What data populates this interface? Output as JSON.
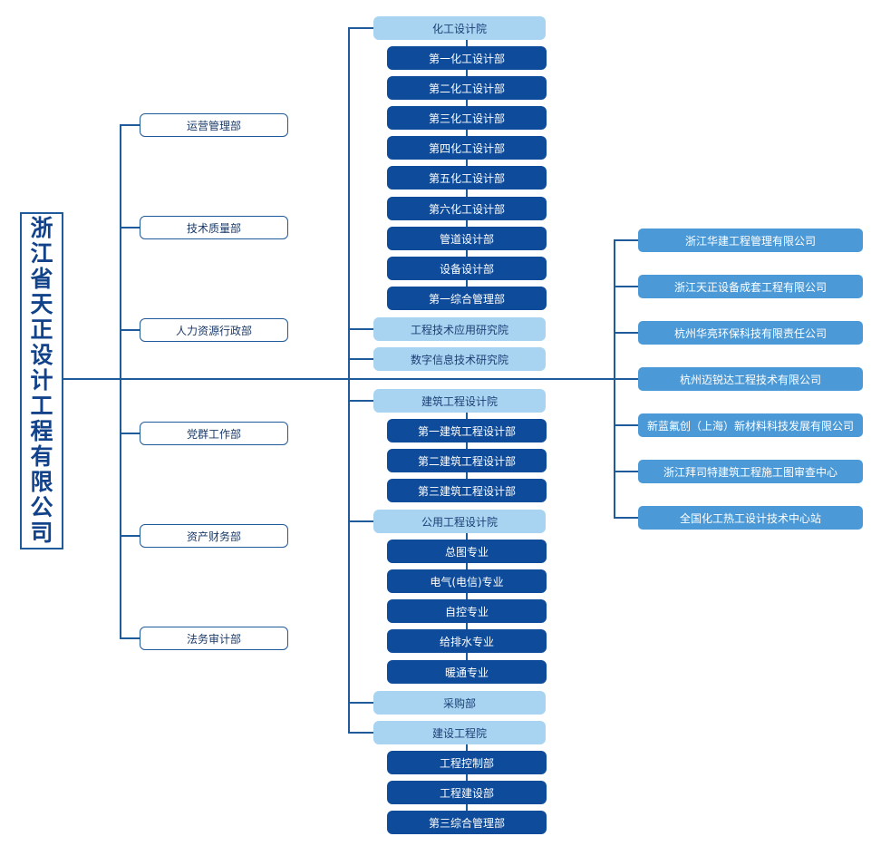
{
  "root": {
    "name": "浙江省天正设计工程有限公司"
  },
  "departments": [
    "运营管理部",
    "技术质量部",
    "人力资源行政部",
    "党群工作部",
    "资产财务部",
    "法务审计部"
  ],
  "institutes": [
    {
      "name": "化工设计院",
      "subs": [
        "第一化工设计部",
        "第二化工设计部",
        "第三化工设计部",
        "第四化工设计部",
        "第五化工设计部",
        "第六化工设计部",
        "管道设计部",
        "设备设计部",
        "第一综合管理部"
      ]
    },
    {
      "name": "工程技术应用研究院",
      "subs": []
    },
    {
      "name": "数字信息技术研究院",
      "subs": []
    },
    {
      "name": "建筑工程设计院",
      "subs": [
        "第一建筑工程设计部",
        "第二建筑工程设计部",
        "第三建筑工程设计部"
      ]
    },
    {
      "name": "公用工程设计院",
      "subs": [
        "总图专业",
        "电气(电信)专业",
        "自控专业",
        "给排水专业",
        "暖通专业"
      ]
    },
    {
      "name": "采购部",
      "subs": []
    },
    {
      "name": "建设工程院",
      "subs": [
        "工程控制部",
        "工程建设部",
        "第三综合管理部"
      ]
    }
  ],
  "companies": [
    "浙江华建工程管理有限公司",
    "浙江天正设备成套工程有限公司",
    "杭州华亮环保科技有限责任公司",
    "杭州迈锐达工程技术有限公司",
    "新蓝氟创（上海）新材料科技发展有限公司",
    "浙江拜司特建筑工程施工图审查中心",
    "全国化工热工设计技术中心站"
  ],
  "colors": {
    "line": "#1f5a9a",
    "root_text": "#12428a",
    "institute_fill": "#a9d4f1",
    "sub_fill": "#0e4c9b",
    "company_fill": "#4b9ad7"
  }
}
